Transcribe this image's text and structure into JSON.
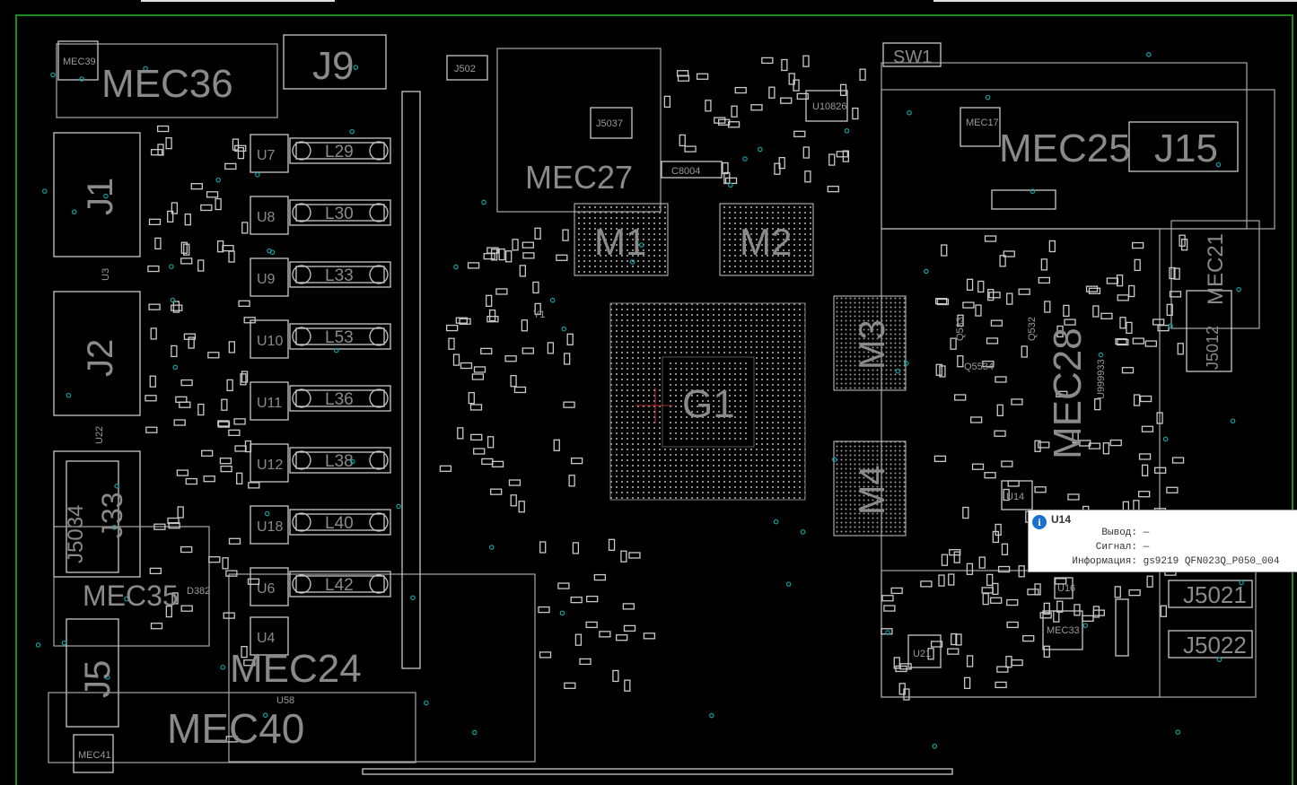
{
  "board": {
    "large_labels": {
      "mec36": "MEC36",
      "j9": "J9",
      "mec27": "MEC27",
      "m1": "M1",
      "m2": "M2",
      "mec25": "MEC25",
      "j15": "J15",
      "j1": "J1",
      "j2": "J2",
      "g1": "G1",
      "m3": "M3",
      "m4": "M4",
      "mec28": "MEC28",
      "mec21": "MEC21",
      "j33": "J33",
      "j5034": "J5034",
      "mec35": "MEC35",
      "j5": "J5",
      "mec24": "MEC24",
      "mec40": "MEC40",
      "j5012": "J5012",
      "j5021": "J5021",
      "j5022": "J5022",
      "sw1": "SW1"
    },
    "inductors": [
      "L29",
      "L30",
      "L33",
      "L53",
      "L36",
      "L38",
      "L40",
      "L42"
    ],
    "regulators": [
      "U7",
      "U8",
      "U9",
      "U10",
      "U11",
      "U12",
      "U18",
      "U6",
      "U4"
    ],
    "small_labels": {
      "mec39": "MEC39",
      "j502": "J502",
      "j5037": "J5037",
      "c8004": "C8004",
      "u10826": "U10826",
      "mec17": "MEC17",
      "u3": "U3",
      "y1": "Y1",
      "u22": "U22",
      "u14": "U14",
      "u21": "U21",
      "u16": "U16",
      "mec33": "MEC33",
      "mec41": "MEC41",
      "u58": "U58",
      "q533": "Q533",
      "q532": "Q532",
      "q5534": "Q5534",
      "u999933": "U999933",
      "d382": "D382"
    }
  },
  "tooltip": {
    "title": "U14",
    "rows": [
      {
        "key": "Вывод:",
        "value": "—"
      },
      {
        "key": "Сигнал:",
        "value": "—"
      },
      {
        "key": "Информация:",
        "value": "gs9219 QFN023Q_P050_004"
      }
    ]
  },
  "colors": {
    "outline": "#c8c8c8",
    "label": "#8a8a8a",
    "via": "#0fa0a0",
    "frame": "#1f8a1f",
    "info": "#1a6fd0"
  }
}
